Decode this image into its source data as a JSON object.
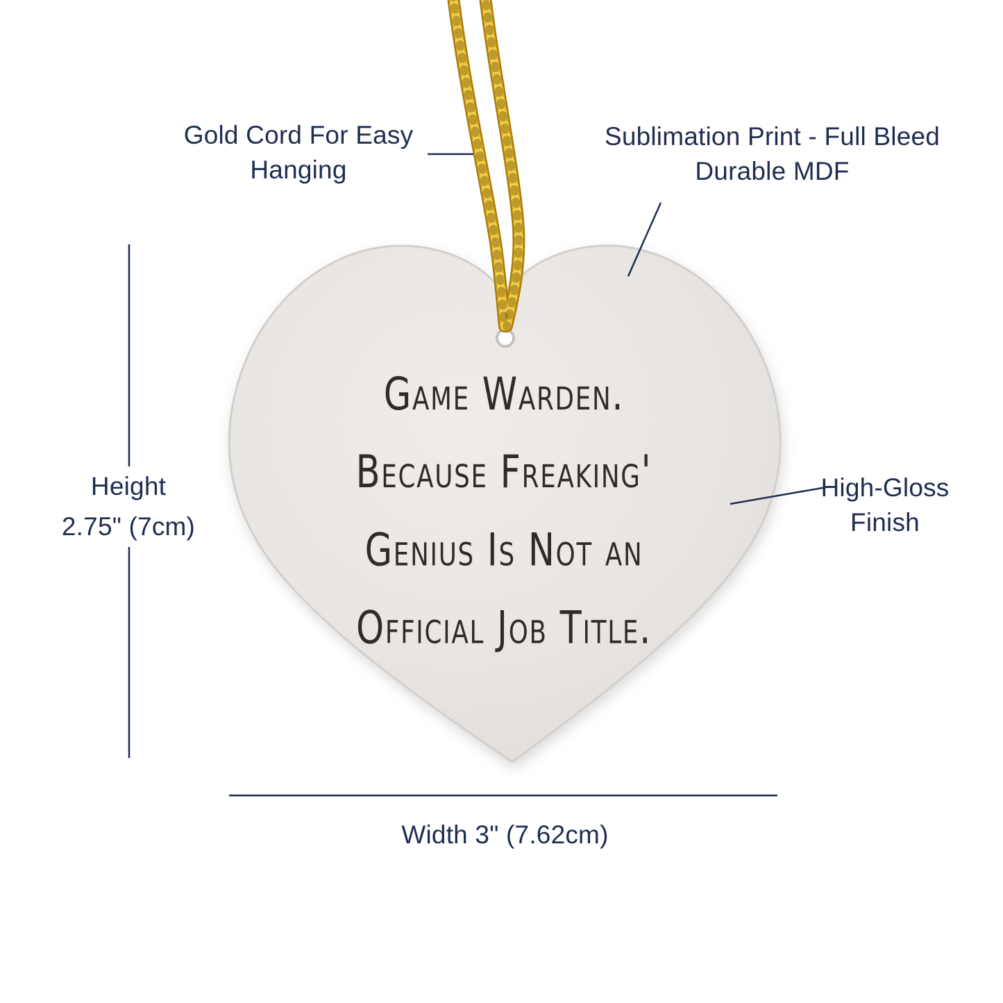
{
  "product": {
    "name": "heart-ornament",
    "quote_lines": [
      "Game Warden.",
      "Because Freaking'",
      "Genius Is Not an",
      "Official Job Title."
    ]
  },
  "annotations": {
    "cord_line1": "Gold Cord For Easy",
    "cord_line2": "Hanging",
    "print_line1": "Sublimation Print - Full Bleed",
    "print_line2": "Durable MDF",
    "height_line1": "Height",
    "height_line2": "2.75\" (7cm)",
    "gloss_line1": "High-Gloss",
    "gloss_line2": "Finish",
    "width_label": "Width 3\" (7.62cm)"
  },
  "colors": {
    "background": "#ffffff",
    "annotation_text": "#1e2d50",
    "annotation_line": "#1e2d50",
    "heart_fill": "#e8e5e2",
    "heart_edge": "#d2cfcc",
    "quote_text": "#2e2c2a",
    "cord_gold_dark": "#a97d10",
    "cord_gold": "#d9a91c",
    "cord_gold_light": "#f2ce4a"
  }
}
